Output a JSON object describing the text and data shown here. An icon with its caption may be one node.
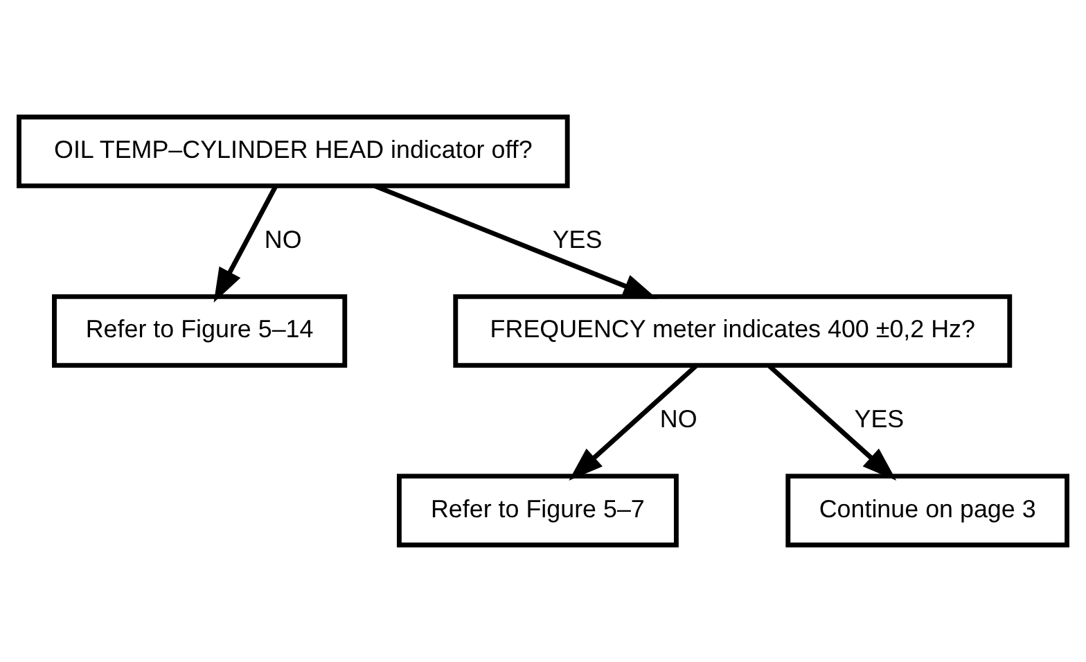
{
  "diagram": {
    "nodes": [
      {
        "text": [
          "OIL TEMP–CYLINDER HEAD indicator off?"
        ]
      },
      {
        "text": [
          "Refer to Figure 5–14"
        ]
      },
      {
        "text": [
          "FREQUENCY meter indicates 400 ±0,2 Hz?"
        ]
      },
      {
        "text": [
          "Refer to Figure 5–7"
        ]
      },
      {
        "text": [
          "Continue on page 3"
        ]
      }
    ],
    "edges": [
      {
        "from": 0,
        "to": 1,
        "arrow": "to",
        "label": "NO"
      },
      {
        "from": 0,
        "to": 2,
        "arrow": "to",
        "label": "YES"
      },
      {
        "from": 2,
        "to": 3,
        "arrow": "to",
        "label": "NO"
      },
      {
        "from": 2,
        "to": 4,
        "arrow": "to",
        "label": "YES"
      }
    ]
  }
}
